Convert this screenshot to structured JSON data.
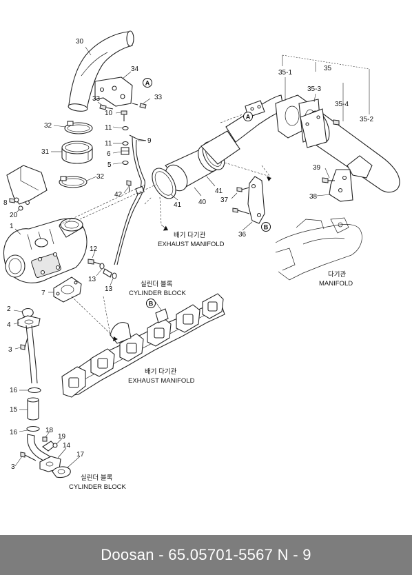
{
  "footer": {
    "text": "Doosan - 65.05701-5567     N - 9"
  },
  "diagram": {
    "part_numbers": [
      "30",
      "34",
      "33",
      "33",
      "10",
      "11",
      "11",
      "9",
      "32",
      "31",
      "6",
      "5",
      "32",
      "42",
      "8",
      "20",
      "1",
      "12",
      "13",
      "13",
      "7",
      "2",
      "4",
      "3",
      "16",
      "15",
      "16",
      "18",
      "19",
      "14",
      "17",
      "3",
      "35",
      "35-1",
      "35-3",
      "35-4",
      "35-2",
      "39",
      "38",
      "37",
      "36",
      "41",
      "40",
      "41"
    ],
    "circle_refs": [
      "A",
      "A",
      "B",
      "B"
    ],
    "captions": {
      "exhaust_manifold_top_ko": "배기 다기관",
      "exhaust_manifold_top_en": "EXHAUST MANIFOLD",
      "cylinder_block_mid_ko": "실린더 블록",
      "cylinder_block_mid_en": "CYLINDER BLOCK",
      "exhaust_manifold_mid_ko": "배기 다기관",
      "exhaust_manifold_mid_en": "EXHAUST MANIFOLD",
      "manifold_ko": "다기관",
      "manifold_en": "MANIFOLD",
      "cylinder_block_bottom_ko": "실린더 블록",
      "cylinder_block_bottom_en": "CYLINDER BLOCK"
    }
  }
}
